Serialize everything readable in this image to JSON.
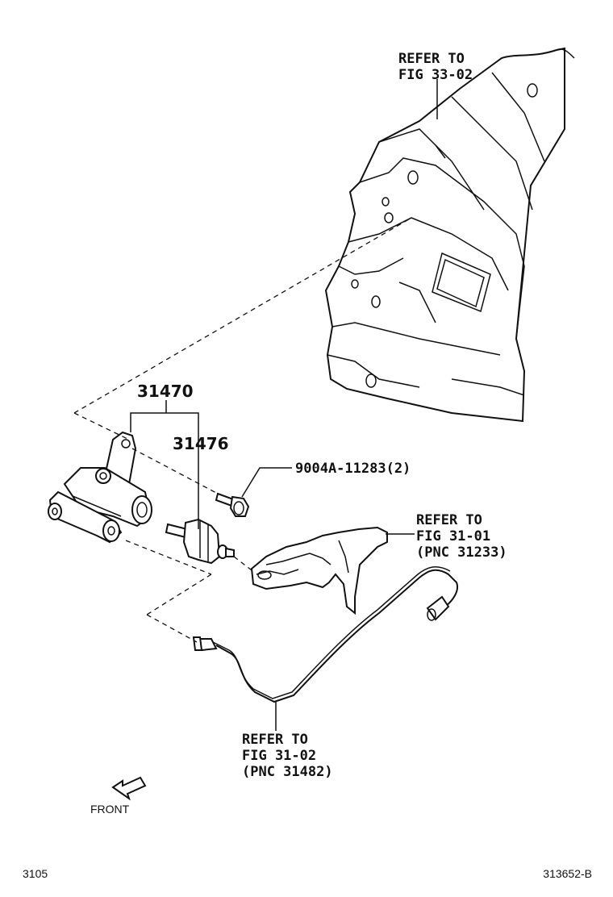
{
  "refs": {
    "fig_33_02": [
      "REFER TO",
      "FIG 33-02"
    ],
    "fig_31_01": [
      "REFER TO",
      "FIG 31-01",
      "(PNC 31233)"
    ],
    "fig_31_02": [
      "REFER TO",
      "FIG 31-02",
      "(PNC 31482)"
    ]
  },
  "parts": {
    "assembly": "31470",
    "cylinder": "31476",
    "bolt": "9004A-11283(2)"
  },
  "front_label": "FRONT",
  "footer": {
    "left_code": "3105",
    "right_code": "313652-B"
  }
}
